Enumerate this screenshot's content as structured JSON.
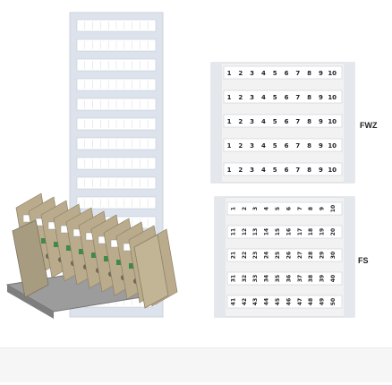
{
  "labels": {
    "fwz": "FWZ",
    "fs": "FS"
  },
  "fwz_card": {
    "row_numbers": [
      "1",
      "2",
      "3",
      "4",
      "5",
      "6",
      "7",
      "8",
      "9",
      "10"
    ],
    "row_count": 5
  },
  "fs_card": {
    "rows": [
      [
        "1",
        "2",
        "3",
        "4",
        "5",
        "6",
        "7",
        "8",
        "9",
        "10"
      ],
      [
        "11",
        "12",
        "13",
        "14",
        "15",
        "16",
        "17",
        "18",
        "19",
        "20"
      ],
      [
        "21",
        "22",
        "23",
        "24",
        "25",
        "26",
        "27",
        "28",
        "29",
        "30"
      ],
      [
        "31",
        "32",
        "33",
        "34",
        "35",
        "36",
        "37",
        "38",
        "39",
        "40"
      ],
      [
        "41",
        "42",
        "43",
        "44",
        "45",
        "46",
        "47",
        "48",
        "49",
        "50"
      ]
    ]
  },
  "colors": {
    "card": "#f2f2f2",
    "card_edge": "#cfd3d8",
    "strip_card": "#dde3ec",
    "terminal_beige": "#b9ab8c",
    "terminal_green": "#3f8a4a",
    "din_rail": "#9c9c9c"
  }
}
